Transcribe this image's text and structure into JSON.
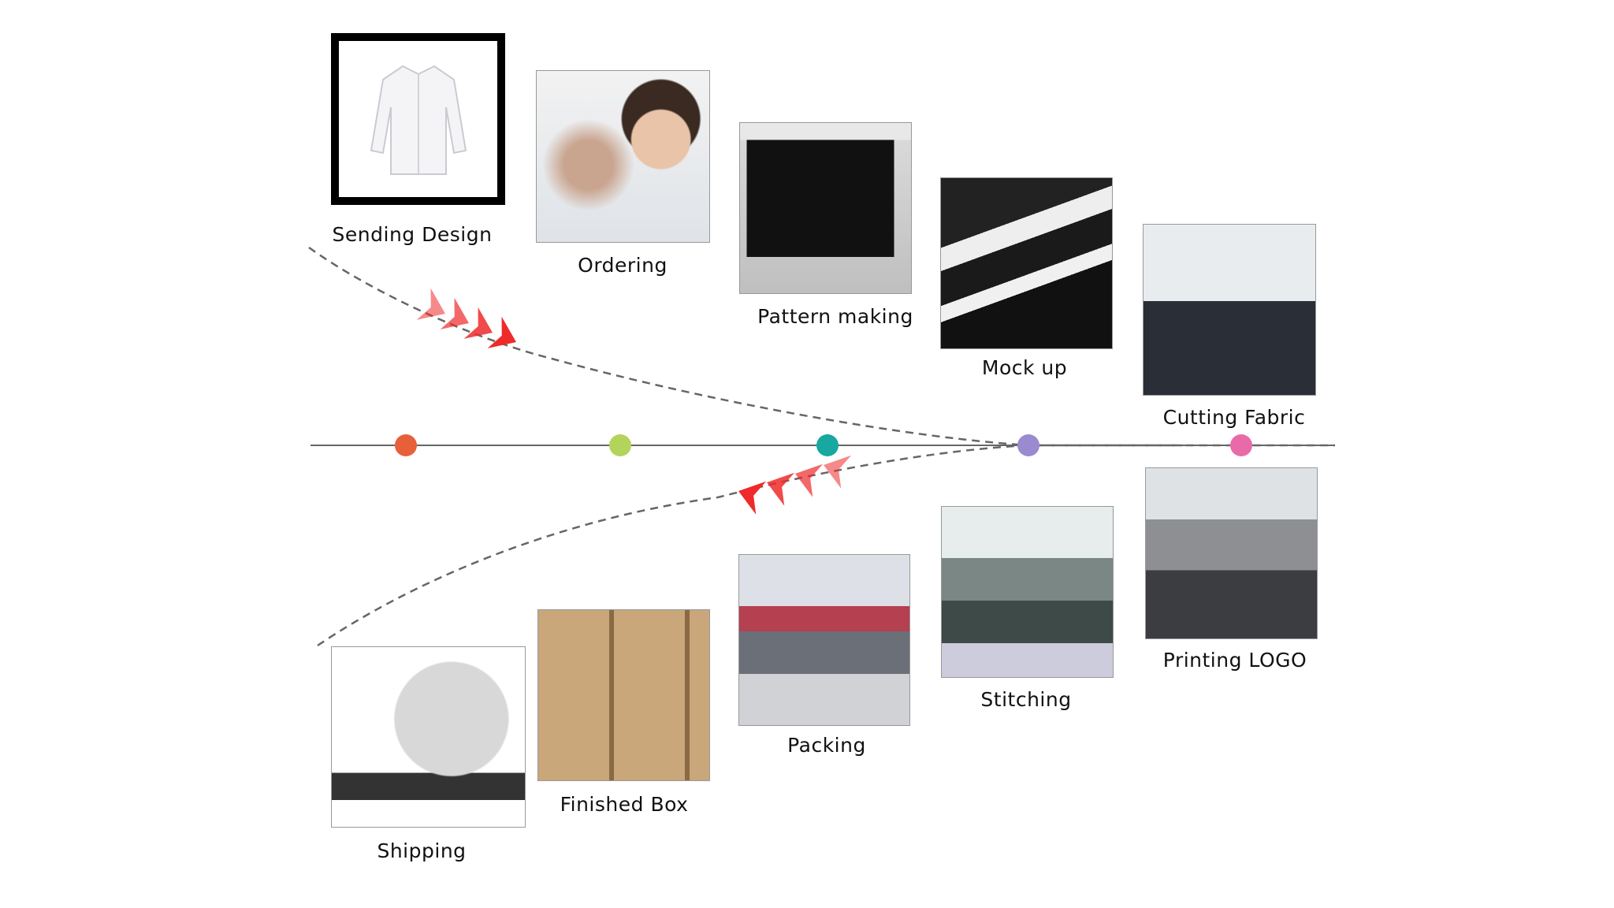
{
  "title_steps_top": [
    {
      "label": "Sending Design",
      "icon": "shirt-icon"
    },
    {
      "label": "Ordering",
      "icon": "headset-operator-photo"
    },
    {
      "label": "Pattern making",
      "icon": "computer-monitor-photo"
    },
    {
      "label": "Mock up",
      "icon": "scissors-fabric-photo"
    },
    {
      "label": "Cutting Fabric",
      "icon": "cutting-table-photo"
    }
  ],
  "title_steps_bottom": [
    {
      "label": "Printing LOGO",
      "icon": "screen-printing-photo"
    },
    {
      "label": "Stitching",
      "icon": "sewing-factory-photo"
    },
    {
      "label": "Packing",
      "icon": "packing-workshop-photo"
    },
    {
      "label": "Finished Box",
      "icon": "cardboard-boxes-photo"
    },
    {
      "label": "Shipping",
      "icon": "globe-transport-photo"
    }
  ],
  "timeline_dot_colors": [
    "#e8603a",
    "#b2d45a",
    "#17a8a0",
    "#9a8ad0",
    "#e96aa9"
  ],
  "arrow_color": "#ee2a2a"
}
